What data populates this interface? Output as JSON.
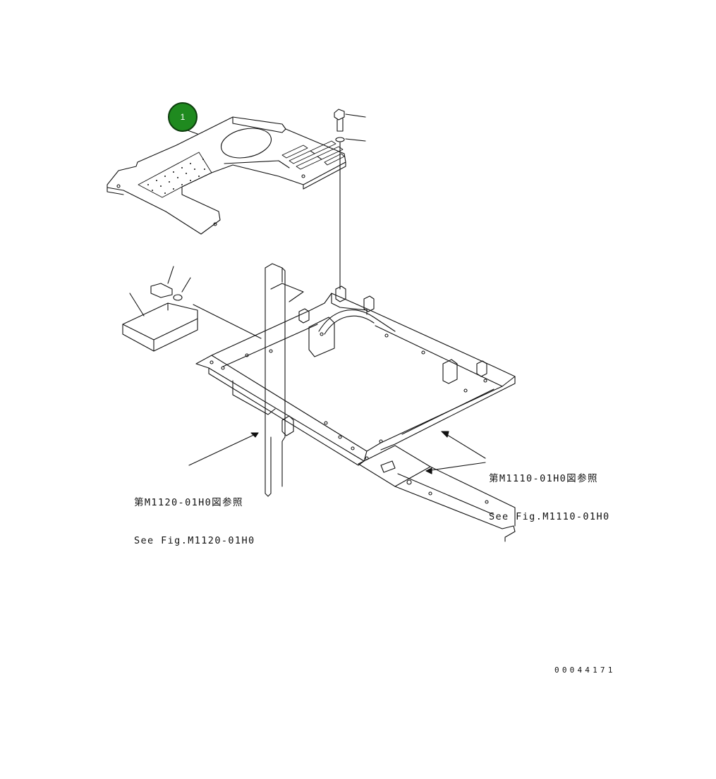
{
  "callout": {
    "number": "1",
    "color": "#1f8a1f"
  },
  "refs": {
    "left": {
      "jp": "第M1120-01H0図参照",
      "en": "See Fig.M1120-01H0"
    },
    "right": {
      "jp": "第M1110-01H0図参照",
      "en": "See Fig.M1110-01H0"
    }
  },
  "drawing_number": "00044171"
}
